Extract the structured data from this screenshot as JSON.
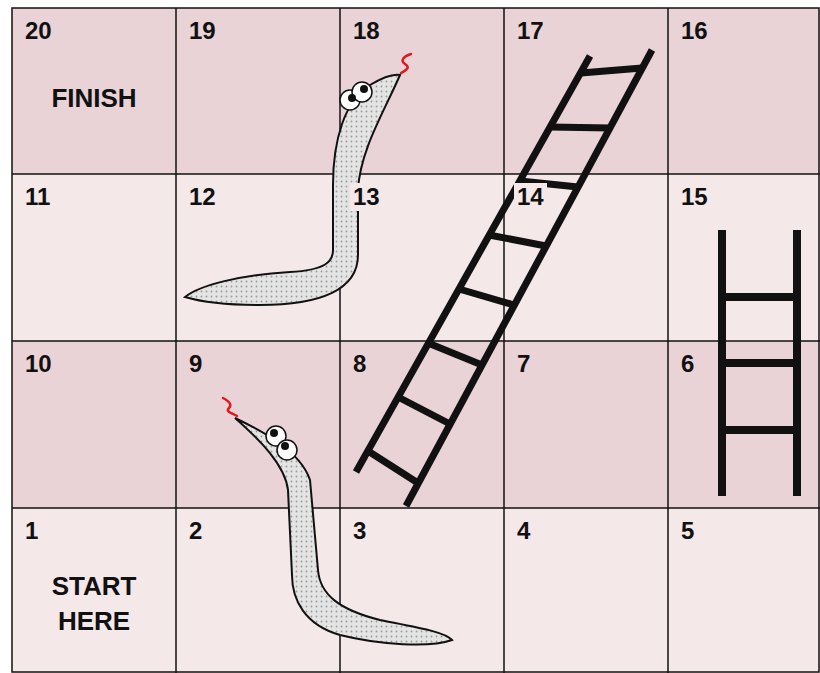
{
  "diagram": {
    "nodes": [
      {
        "text": [
          "20",
          "FINISH"
        ]
      },
      {
        "text": [
          "19"
        ]
      },
      {
        "text": [
          "18"
        ]
      },
      {
        "text": [
          "17"
        ]
      },
      {
        "text": [
          "16"
        ]
      },
      {
        "text": [
          "11"
        ]
      },
      {
        "text": [
          "12"
        ]
      },
      {
        "text": [
          "13"
        ]
      },
      {
        "text": [
          "14"
        ]
      },
      {
        "text": [
          "15"
        ]
      },
      {
        "text": [
          "10"
        ]
      },
      {
        "text": [
          "9"
        ]
      },
      {
        "text": [
          "8"
        ]
      },
      {
        "text": [
          "7"
        ]
      },
      {
        "text": [
          "6"
        ]
      },
      {
        "text": [
          "1",
          "START HERE"
        ]
      },
      {
        "text": [
          "2"
        ]
      },
      {
        "text": [
          "3"
        ]
      },
      {
        "text": [
          "4"
        ]
      },
      {
        "text": [
          "5"
        ]
      }
    ]
  }
}
